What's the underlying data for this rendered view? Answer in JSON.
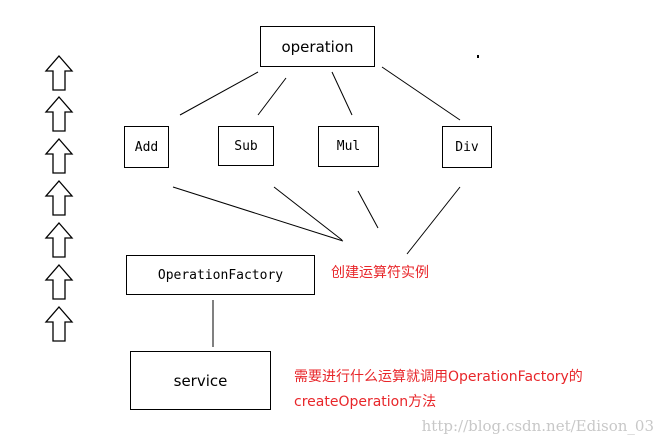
{
  "diagram": {
    "nodes": {
      "operation": "operation",
      "add": "Add",
      "sub": "Sub",
      "mul": "Mul",
      "div": "Div",
      "factory": "OperationFactory",
      "service": "service"
    },
    "annotations": {
      "create_instance": "创建运算符实例",
      "service_note_line1": "需要进行什么运算就调用OperationFactory的",
      "service_note_line2": "createOperation方法"
    },
    "arrows": {
      "count": 7,
      "direction": "up",
      "icon": "up-arrow-icon"
    },
    "watermark": "http://blog.csdn.net/Edison_03",
    "colors": {
      "annotation": "#e8262a",
      "stroke": "#000000",
      "watermark": "#c8c8c8"
    }
  }
}
